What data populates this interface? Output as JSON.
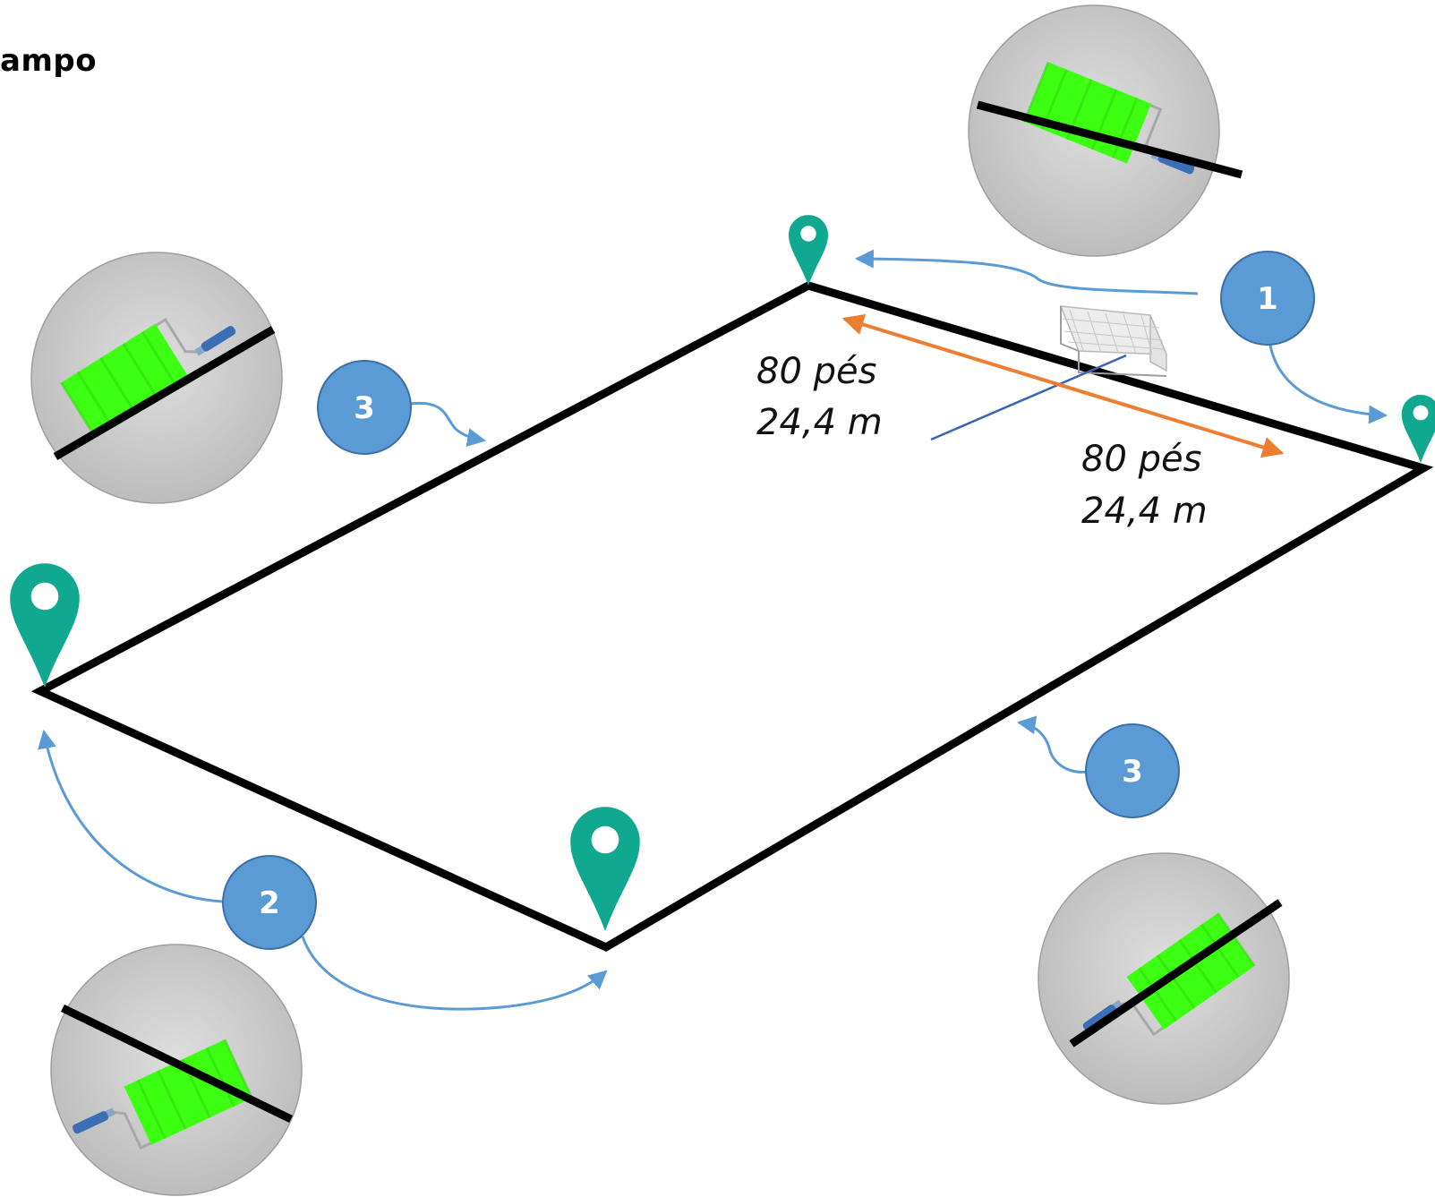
{
  "title": "ampo",
  "dimensions": {
    "goal_width": {
      "feet": "80 pés",
      "meters": "24,4 m"
    },
    "sideline": {
      "feet": "80 pés",
      "meters": "24,4 m"
    }
  },
  "steps": [
    {
      "number": "1"
    },
    {
      "number": "2"
    },
    {
      "number": "3"
    },
    {
      "number": "3"
    }
  ],
  "colors": {
    "field_line": "#000000",
    "marker": "#10a98f",
    "badge_fill": "#5b9bd5",
    "badge_stroke": "#3d6fa6",
    "arrow_blue": "#5b9bd5",
    "arrow_orange": "#ed7d31",
    "paint_green": "#3dff12",
    "roller_handle": "#3b6fb5",
    "circle_bg": "#c9c9c9"
  },
  "icons": [
    "map-pin-icon",
    "paint-roller-icon",
    "soccer-goal-icon"
  ]
}
